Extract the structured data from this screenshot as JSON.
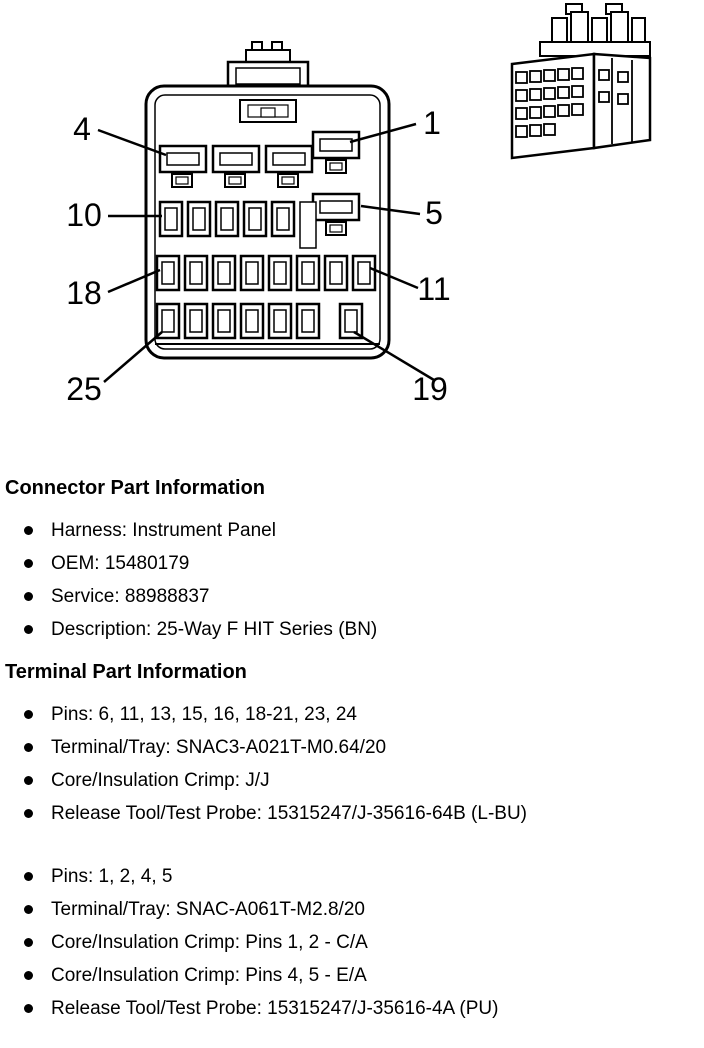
{
  "colors": {
    "ink": "#000000",
    "paper": "#ffffff"
  },
  "diagram": {
    "description": "25-way female connector, face view with pin position callouts, plus isometric view",
    "pin_labels": {
      "p4": "4",
      "p1": "1",
      "p10": "10",
      "p5": "5",
      "p18": "18",
      "p11": "11",
      "p25": "25",
      "p19": "19"
    }
  },
  "sections": [
    {
      "heading": "Connector Part Information",
      "groups": [
        {
          "items": [
            "Harness: Instrument Panel",
            "OEM: 15480179",
            "Service: 88988837",
            "Description: 25-Way F HIT Series (BN)"
          ]
        }
      ]
    },
    {
      "heading": "Terminal Part Information",
      "groups": [
        {
          "items": [
            "Pins: 6, 11, 13, 15, 16, 18-21, 23, 24",
            "Terminal/Tray: SNAC3-A021T-M0.64/20",
            "Core/Insulation Crimp: J/J",
            "Release Tool/Test Probe: 15315247/J-35616-64B (L-BU)"
          ]
        },
        {
          "items": [
            "Pins: 1, 2, 4, 5",
            "Terminal/Tray: SNAC-A061T-M2.8/20",
            "Core/Insulation Crimp: Pins 1, 2 - C/A",
            "Core/Insulation Crimp: Pins 4, 5 - E/A",
            "Release Tool/Test Probe: 15315247/J-35616-4A (PU)"
          ]
        }
      ]
    }
  ]
}
